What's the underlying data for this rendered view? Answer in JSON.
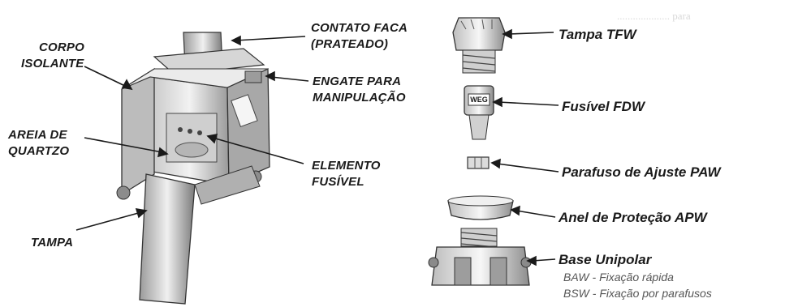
{
  "left_labels": {
    "contato_faca_line1": "CONTATO FACA",
    "contato_faca_line2": "(PRATEADO)",
    "corpo_isolante_line1": "CORPO",
    "corpo_isolante_line2": "ISOLANTE",
    "engate_line1": "ENGATE PARA",
    "engate_line2": "MANIPULAÇÃO",
    "areia_line1": "AREIA DE",
    "areia_line2": "QUARTZO",
    "elemento_line1": "ELEMENTO",
    "elemento_line2": "FUSÍVEL",
    "tampa": "TAMPA"
  },
  "right_labels": {
    "tampa_tfw": "Tampa TFW",
    "fusivel_fdw": "Fusível FDW",
    "parafuso_paw": "Parafuso de Ajuste PAW",
    "anel_apw": "Anel de Proteção APW",
    "base_unipolar": "Base Unipolar",
    "baw": "BAW - Fixação rápida",
    "bsw": "BSW - Fixação por parafusos"
  },
  "fuse_brand": "WEG",
  "colors": {
    "ink": "#1a1a1a",
    "sub_text": "#555555",
    "ghost_text": "#d9d9d9",
    "body_fill": "#e4e4e4",
    "shadow": "#8a8a8a"
  }
}
